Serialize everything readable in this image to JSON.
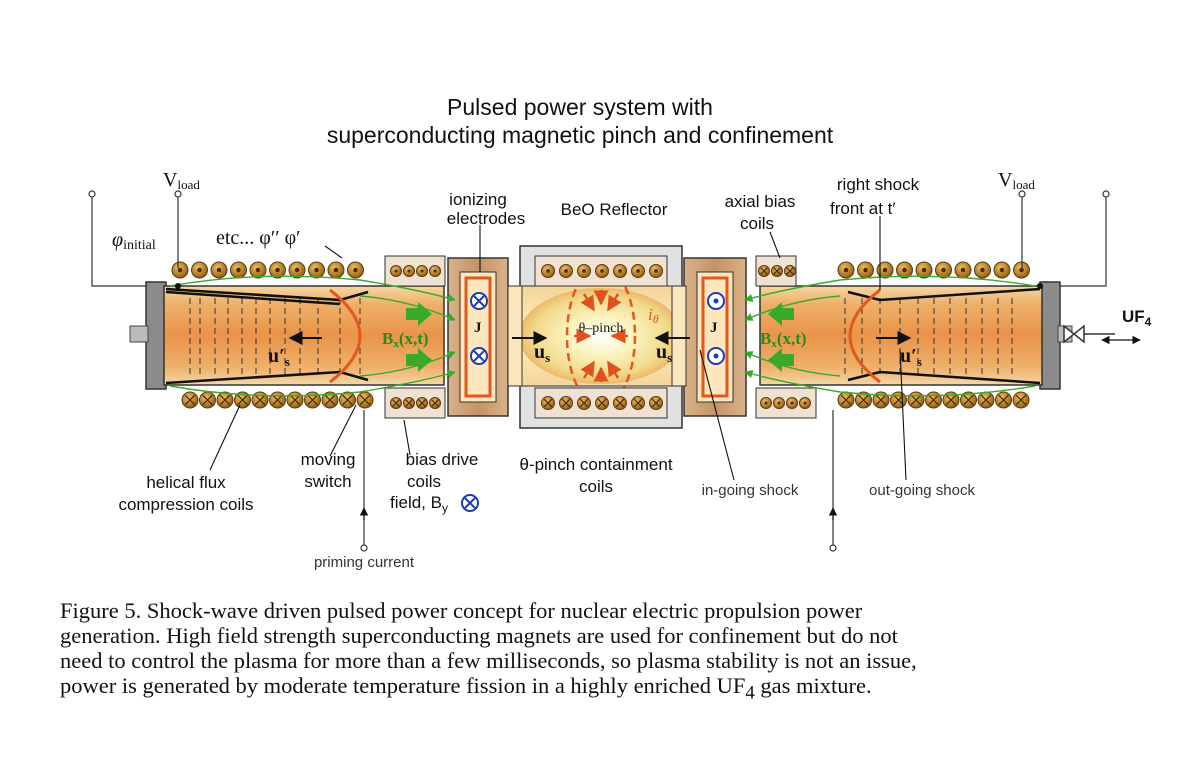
{
  "title": {
    "line1": "Pulsed power system with",
    "line2": "superconducting magnetic pinch and confinement"
  },
  "labels": {
    "v_load_left": "V",
    "v_load_left_sub": "load",
    "v_load_right": "V",
    "v_load_right_sub": "load",
    "phi_initial": "φ",
    "phi_initial_sub": "initial",
    "etc_phi": "etc... φ′′ φ′",
    "ionizing_1": "ionizing",
    "ionizing_2": "electrodes",
    "beo": "BeO Reflector",
    "axial_1": "axial bias",
    "axial_2": "coils",
    "right_shock_1": "right shock",
    "right_shock_2": "front at t′",
    "uf4": "UF",
    "uf4_sub": "4",
    "helical_1": "helical flux",
    "helical_2": "compression coils",
    "moving_1": "moving",
    "moving_2": "switch",
    "bias_drive_1": "bias drive",
    "bias_drive_2": "coils",
    "bias_drive_3": "field, B",
    "bias_drive_sub": "y",
    "theta_cont_1": "θ-pinch containment",
    "theta_cont_2": "coils",
    "in_going": "in-going shock",
    "out_going": "out-going shock",
    "priming": "priming current",
    "bx_left": "B",
    "bx_left_sub": "x",
    "bx_left_tail": "(x,t)",
    "bx_right": "B",
    "bx_right_sub": "x",
    "bx_right_tail": "(x,t)",
    "theta_pinch": "θ–pinch",
    "i_theta": "i",
    "i_theta_sub": "θ",
    "j_left": "J",
    "j_right": "J",
    "us_left_prime": "u′",
    "us_left_prime_sub": "s",
    "us_center_left": "u",
    "us_center_left_sub": "s",
    "us_center_right": "u",
    "us_center_right_sub": "s",
    "us_right_prime": "u′",
    "us_right_prime_sub": "s"
  },
  "caption": {
    "line1": "Figure 5. Shock-wave driven pulsed power concept for nuclear electric propulsion power",
    "line2": "generation.  High field strength superconducting magnets are used for confinement but do not",
    "line3": "need to control the plasma for more than a few milliseconds, so plasma stability is not an issue,",
    "line4_a": "power is generated by moderate temperature fission in a highly enriched UF",
    "line4_sub": "4",
    "line4_b": " gas mixture."
  },
  "colors": {
    "coil_fill": "#c8902a",
    "coil_dark": "#6b3e10",
    "frame": "#c9a27a",
    "plasma_core": "#fbf4c0",
    "plasma_edge": "#e07a2a",
    "field_arrow": "#3aaa2a",
    "current_red": "#d9401a",
    "electrode_blue": "#1f3fb0"
  }
}
